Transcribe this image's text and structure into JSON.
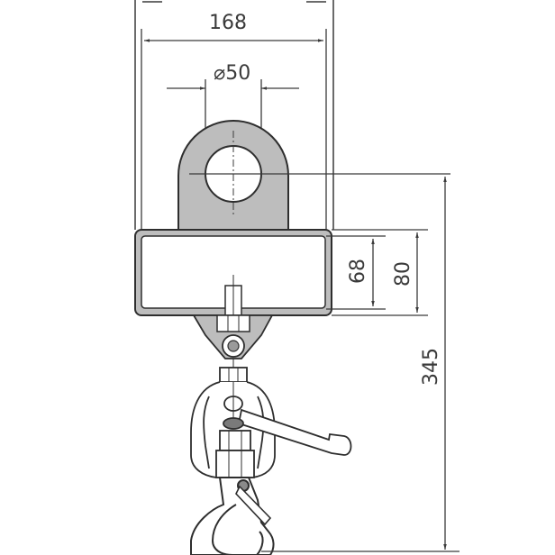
{
  "drawing": {
    "subject": "crane scale with swivel hook",
    "colors": {
      "line": "#3a3a3a",
      "fill_shaded": "#bdbdbd",
      "background": "#ffffff"
    },
    "dimensions": {
      "width_label": "168",
      "eye_diameter_label": "⌀50",
      "inner_height_label": "68",
      "outer_height_label": "80",
      "total_height_label": "345"
    }
  }
}
